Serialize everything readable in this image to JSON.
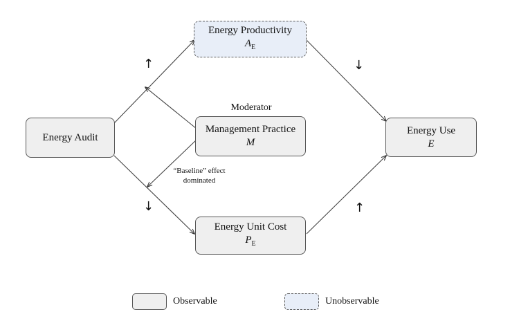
{
  "nodes": {
    "energy_audit": {
      "title": "Energy Audit"
    },
    "energy_productivity": {
      "title": "Energy Productivity",
      "symbol": "A",
      "subscript": "E"
    },
    "management_practice": {
      "title": "Management Practice",
      "symbol": "M"
    },
    "energy_unit_cost": {
      "title": "Energy Unit Cost",
      "symbol": "P",
      "subscript": "E"
    },
    "energy_use": {
      "title": "Energy Use",
      "symbol": "E"
    }
  },
  "labels": {
    "moderator": "Moderator",
    "baseline_line1": "“Baseline” effect",
    "baseline_line2": "dominated"
  },
  "direction_arrows": {
    "audit_to_productivity": "↑",
    "audit_to_cost": "↓",
    "productivity_to_use": "↓",
    "cost_to_use": "↑"
  },
  "legend": {
    "observable": "Observable",
    "unobservable": "Unobservable"
  },
  "colors": {
    "observable_fill": "#efefef",
    "unobservable_fill": "#e8eef8",
    "stroke": "#555555"
  }
}
